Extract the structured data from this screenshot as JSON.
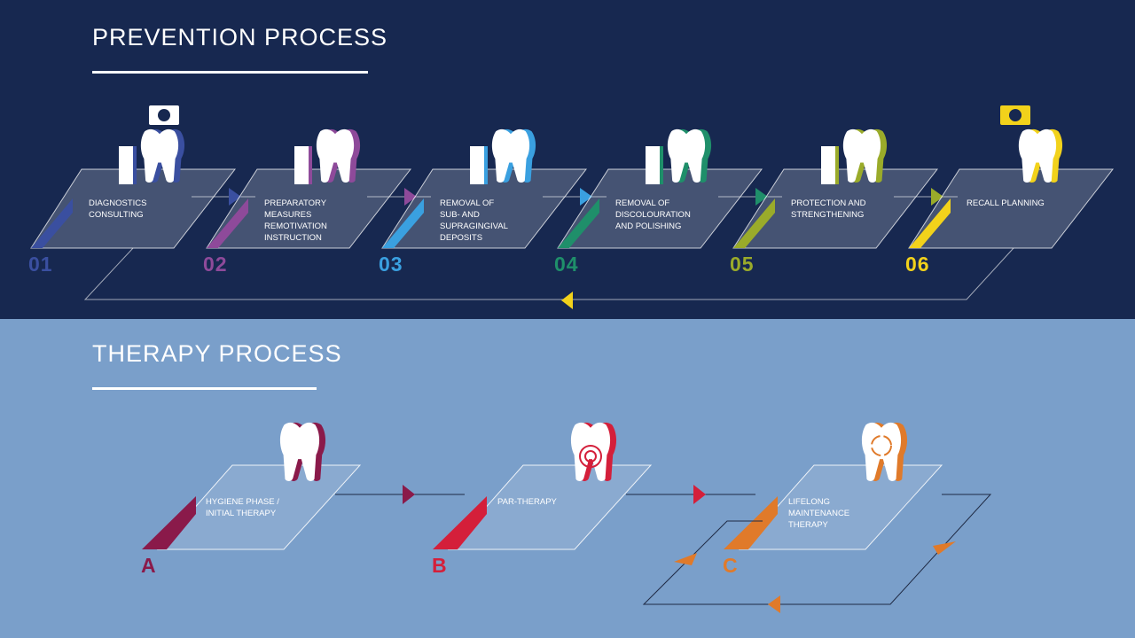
{
  "prevention": {
    "title": "PREVENTION PROCESS",
    "steps": [
      {
        "number": "01",
        "label": "DIAGNOSTICS\nCONSULTING",
        "color": "#3a4fa0",
        "icon": "probe-camera-tooth-icon"
      },
      {
        "number": "02",
        "label": "PREPARATORY\nMEASURES\nREMOTIVATION\nINSTRUCTION",
        "color": "#8e4a9a",
        "icon": "toothbrush-tooth-icon"
      },
      {
        "number": "03",
        "label": "REMOVAL OF\nSUB- AND\nSUPRAGINGIVAL\nDEPOSITS",
        "color": "#3aa0e0",
        "icon": "scaler-tooth-icon"
      },
      {
        "number": "04",
        "label": "REMOVAL OF\nDISCOLOURATION\nAND POLISHING",
        "color": "#1f8f6a",
        "icon": "airpolisher-tooth-icon"
      },
      {
        "number": "05",
        "label": "PROTECTION AND\nSTRENGTHENING",
        "color": "#9aab2a",
        "icon": "brush-tooth-icon"
      },
      {
        "number": "06",
        "label": "RECALL PLANNING",
        "color": "#f2d21b",
        "icon": "camera-tooth-icon"
      }
    ]
  },
  "therapy": {
    "title": "THERAPY PROCESS",
    "phases": [
      {
        "letter": "A",
        "label": "HYGIENE PHASE /\nINITIAL THERAPY",
        "color": "#8a1a4a",
        "icon": "spray-tooth-icon"
      },
      {
        "letter": "B",
        "label": "PAR-THERAPY",
        "color": "#d41f3a",
        "icon": "target-tooth-icon"
      },
      {
        "letter": "C",
        "label": "LIFELONG\nMAINTENANCE\nTHERAPY",
        "color": "#e07a2a",
        "icon": "cycle-tooth-icon"
      }
    ]
  }
}
